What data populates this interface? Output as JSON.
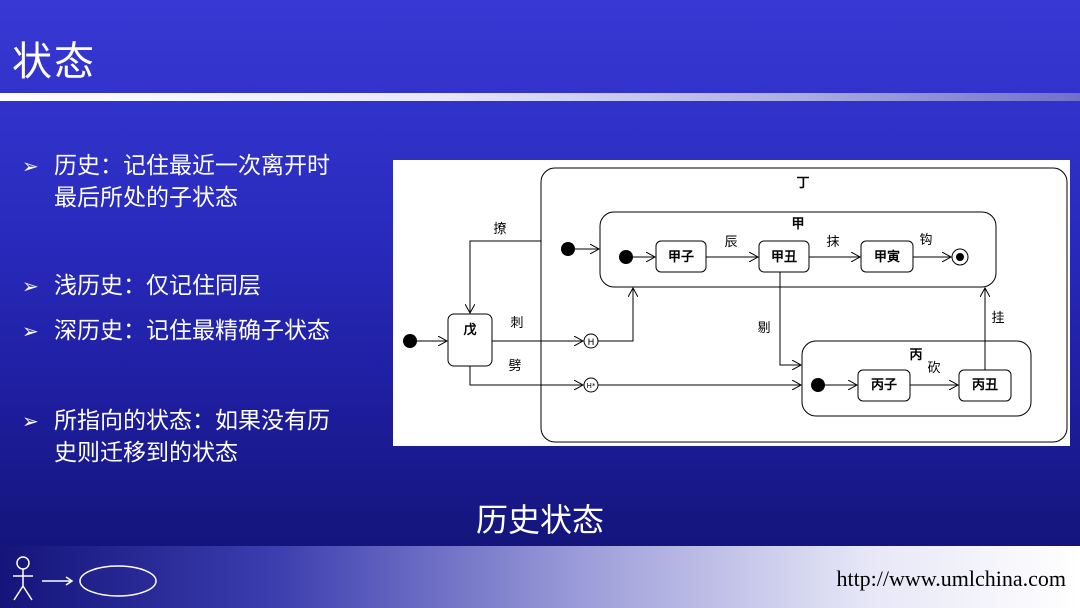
{
  "slide": {
    "title": "状态",
    "bullets": [
      {
        "line1": "历史：记住最近一次离开时",
        "line2": "最后所处的子状态"
      },
      {
        "line1": "浅历史：仅记住同层",
        "line2": ""
      },
      {
        "line1": "深历史：记住最精确子状态",
        "line2": ""
      },
      {
        "line1": "所指向的状态：如果没有历",
        "line2": "史则迁移到的状态"
      }
    ],
    "bullet_marker": "➢",
    "caption": "历史状态"
  },
  "diagram": {
    "composite_outer": "丁",
    "composite_jia": "甲",
    "composite_bing": "丙",
    "states": {
      "wu": "戊",
      "jiazi": "甲子",
      "jiachou": "甲丑",
      "jiayin": "甲寅",
      "bingzi": "丙子",
      "bingchou": "丙丑"
    },
    "transitions": {
      "liao": "撩",
      "chen": "辰",
      "mo": "抹",
      "gou": "钩",
      "ci": "刺",
      "pi": "劈",
      "ti": "剔",
      "kan": "砍",
      "gua": "挂"
    },
    "history_shallow": "H",
    "history_deep": "H*"
  },
  "footer": {
    "url": "http://www.umlchina.com",
    "logo_icon": "actor-usecase-logo-icon"
  }
}
